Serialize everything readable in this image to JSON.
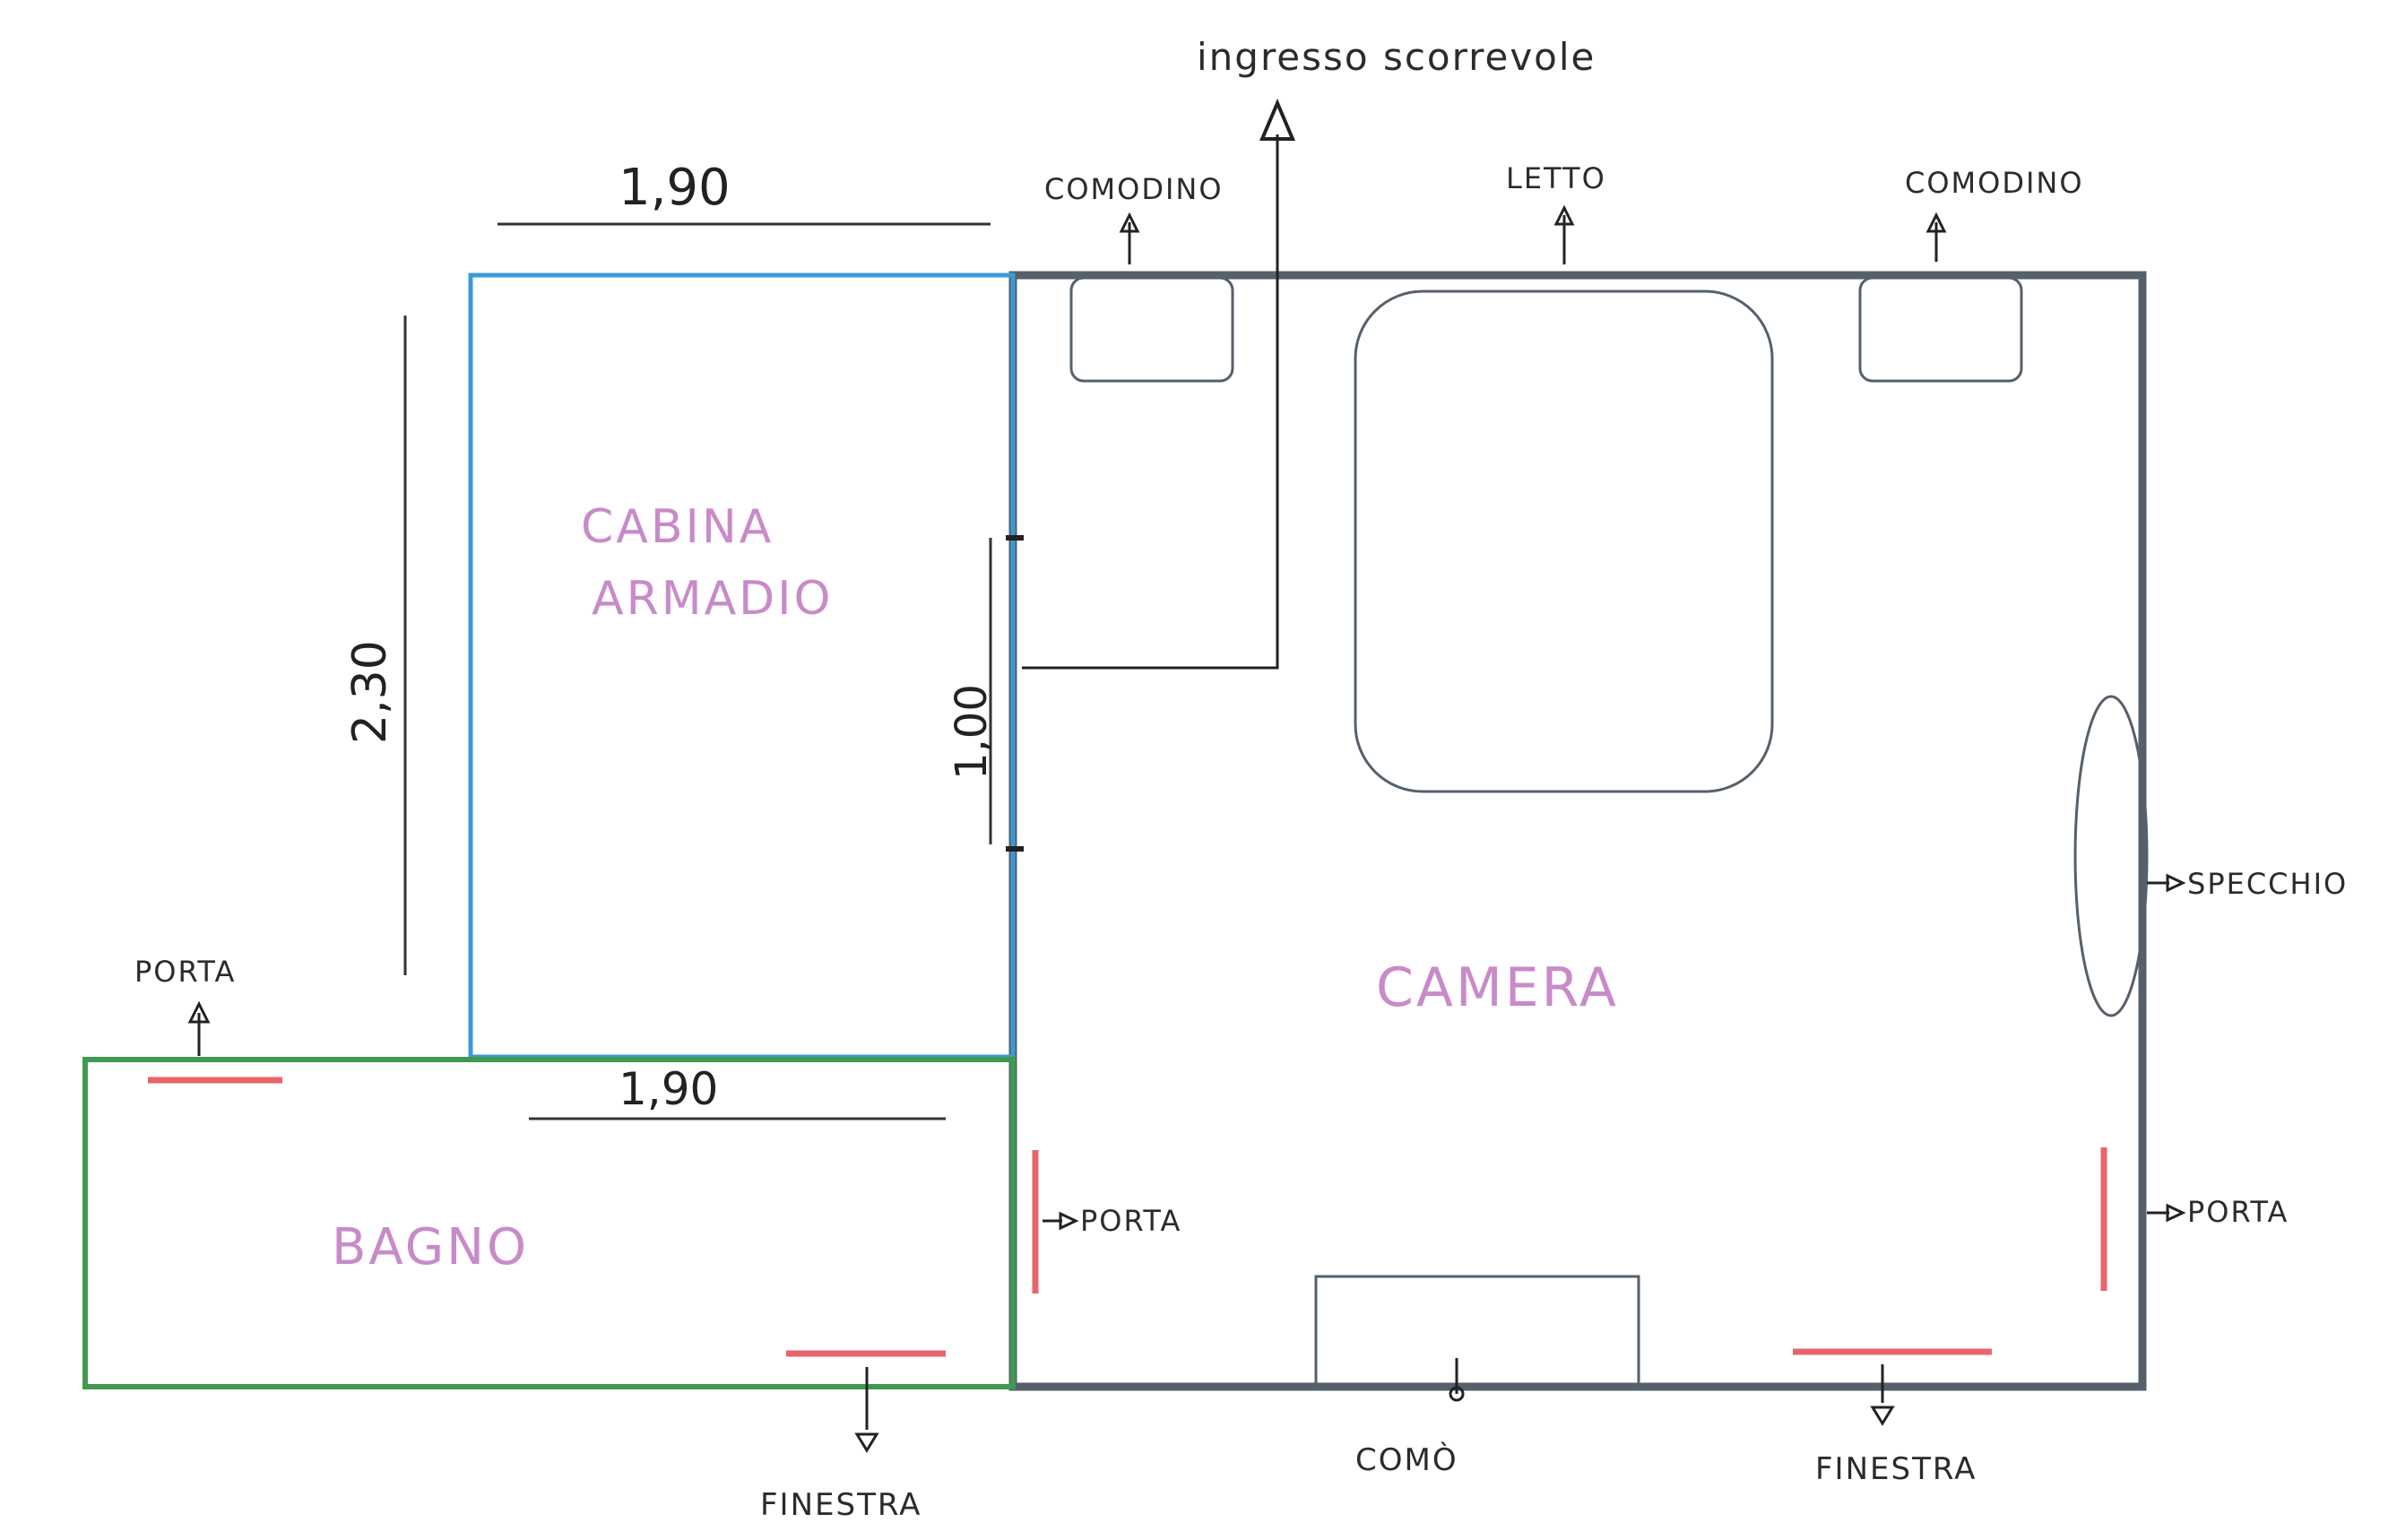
{
  "labels": {
    "ingresso": "ingresso scorrevole",
    "comodino_left": "COMODINO",
    "letto": "LETTO",
    "comodino_right": "COMODINO",
    "porta_bagno": "PORTA",
    "specchio": "SPECCHIO",
    "porta_camera_left": "PORTA",
    "porta_camera_right": "PORTA",
    "finestra_bagno": "FINESTRA",
    "comò": "COMÒ",
    "finestra_camera": "FINESTRA"
  },
  "rooms": {
    "cabina_line1": "CABINA",
    "cabina_line2": "ARMADIO",
    "camera": "CAMERA",
    "bagno": "BAGNO"
  },
  "dimensions": {
    "cabina_width": "1,90",
    "cabina_height": "2,30",
    "door_width": "1,00",
    "bagno_width": "1,90"
  },
  "colors": {
    "cabina_wall": "#3a9ad9",
    "bagno_wall": "#3f9a4f",
    "camera_wall": "#55606b",
    "opening_red": "#e8646b",
    "room_label": "#c98ac9",
    "ink": "#2b2b2b"
  }
}
